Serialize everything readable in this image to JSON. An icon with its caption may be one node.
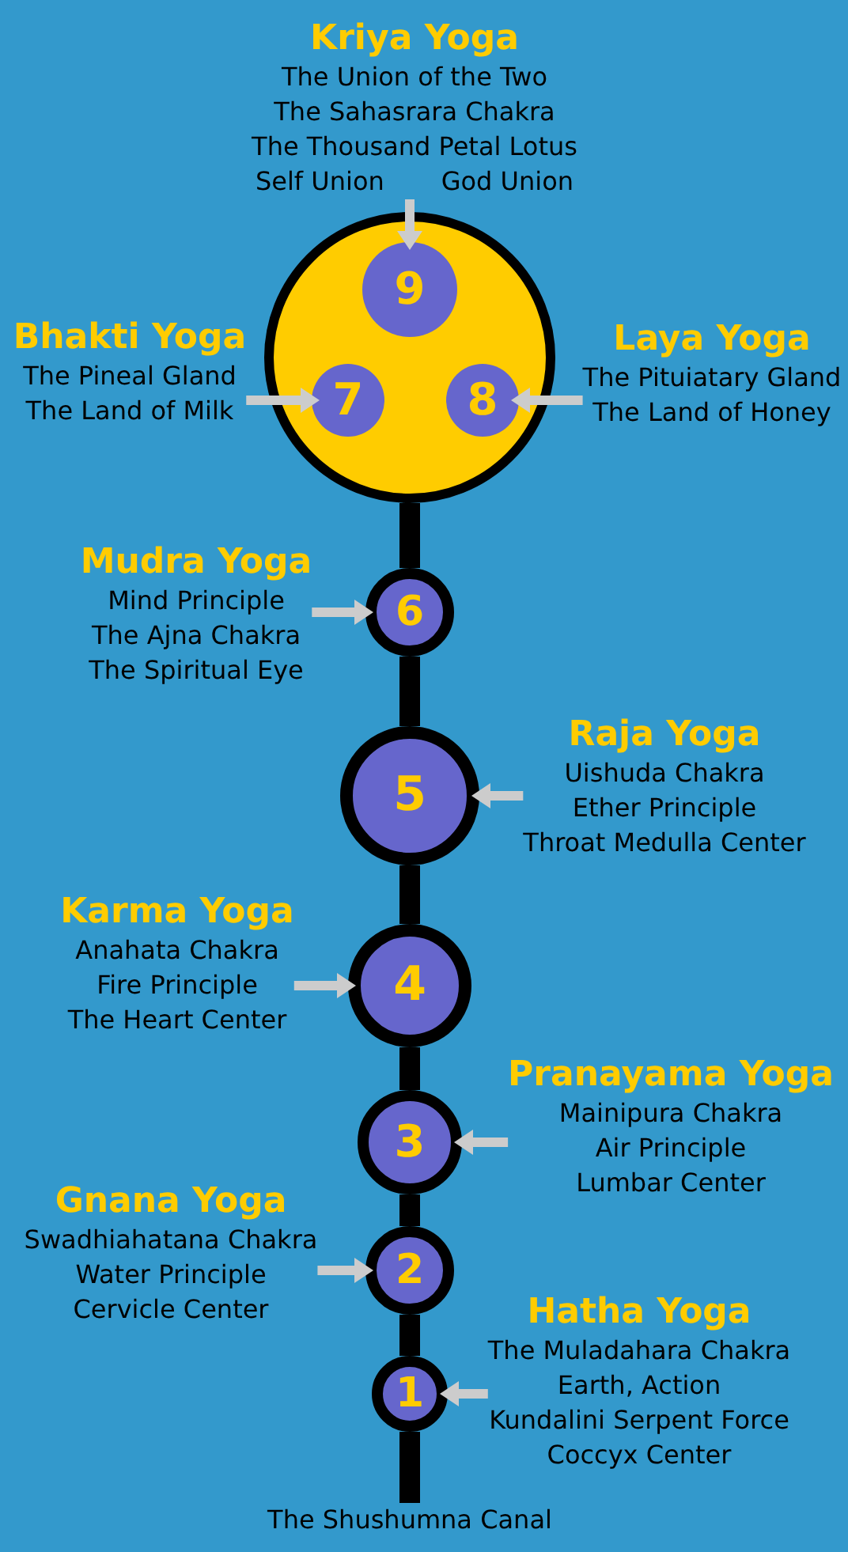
{
  "diagram": {
    "nodes": [
      {
        "text": [
          "Kriya Yoga",
          "The Union of the Two",
          "The Sahasrara Chakra",
          "The Thousand Petal Lotus",
          "Self Union",
          "God Union"
        ]
      },
      {
        "text": [],
        "shape": "circle"
      },
      {
        "text": [
          "9"
        ],
        "in": 1
      },
      {
        "text": [
          "Bhakti Yoga",
          "The Pineal Gland",
          "The Land of Milk"
        ]
      },
      {
        "text": [
          "7"
        ],
        "in": 1
      },
      {
        "text": [
          "8"
        ],
        "in": 1
      },
      {
        "text": [
          "Laya Yoga",
          "The Pituiatary Gland",
          "The Land of Honey"
        ]
      },
      {
        "text": [
          "Mudra Yoga",
          "Mind Principle",
          "The Ajna Chakra",
          "The Spiritual Eye"
        ]
      },
      {
        "text": [
          "6"
        ]
      },
      {
        "text": [
          "5"
        ]
      },
      {
        "text": [
          "Raja Yoga",
          "Uishuda Chakra",
          "Ether Principle",
          "Throat Medulla Center"
        ]
      },
      {
        "text": [
          "Karma Yoga",
          "Anahata Chakra",
          "Fire Principle",
          "The Heart Center"
        ]
      },
      {
        "text": [
          "4"
        ]
      },
      {
        "text": [
          "Pranayama Yoga",
          "Mainipura Chakra",
          "Air Principle",
          "Lumbar Center"
        ]
      },
      {
        "text": [
          "3"
        ]
      },
      {
        "text": [
          "Gnana Yoga",
          "Swadhiahatana Chakra",
          "Water Principle",
          "Cervicle Center"
        ]
      },
      {
        "text": [
          "2"
        ]
      },
      {
        "text": [
          "Hatha Yoga",
          "The Muladahara Chakra",
          "Earth, Action",
          "Kundalini Serpent Force",
          "Coccyx Center"
        ]
      },
      {
        "text": [
          "1"
        ]
      },
      {
        "text": [
          "The Shushumna Canal"
        ]
      }
    ],
    "edges": [
      {
        "from": 0,
        "to": 2,
        "arrow": "to"
      },
      {
        "from": 3,
        "to": 4,
        "arrow": "to"
      },
      {
        "from": 6,
        "to": 5,
        "arrow": "to"
      },
      {
        "from": 7,
        "to": 8,
        "arrow": "to"
      },
      {
        "from": 10,
        "to": 9,
        "arrow": "to"
      },
      {
        "from": 11,
        "to": 12,
        "arrow": "to"
      },
      {
        "from": 13,
        "to": 14,
        "arrow": "to"
      },
      {
        "from": 15,
        "to": 16,
        "arrow": "to"
      },
      {
        "from": 17,
        "to": 18,
        "arrow": "to"
      },
      {
        "from": 1,
        "to": 8,
        "arrow": "none",
        "style": "thick",
        "color": "#000000"
      },
      {
        "from": 8,
        "to": 9,
        "arrow": "none",
        "style": "thick",
        "color": "#000000"
      },
      {
        "from": 9,
        "to": 12,
        "arrow": "none",
        "style": "thick",
        "color": "#000000"
      },
      {
        "from": 12,
        "to": 14,
        "arrow": "none",
        "style": "thick",
        "color": "#000000"
      },
      {
        "from": 14,
        "to": 16,
        "arrow": "none",
        "style": "thick",
        "color": "#000000"
      },
      {
        "from": 16,
        "to": 18,
        "arrow": "none",
        "style": "thick",
        "color": "#000000"
      },
      {
        "from": 18,
        "to": 19,
        "arrow": "none",
        "style": "thick",
        "color": "#000000"
      }
    ]
  }
}
